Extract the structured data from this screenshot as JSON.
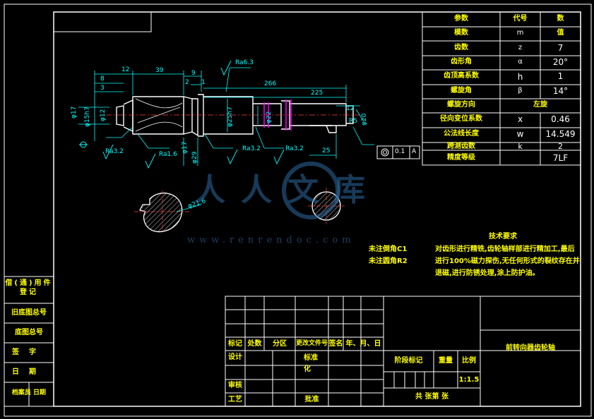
{
  "params_table": {
    "header": [
      "参数",
      "代号",
      "数"
    ],
    "rows": [
      [
        "模数",
        "m",
        "值"
      ],
      [
        "齿数",
        "z",
        "7"
      ],
      [
        "齿形角",
        "α",
        "20°"
      ],
      [
        "齿顶高系数",
        "h",
        "1"
      ],
      [
        "螺旋角",
        "β",
        "14°"
      ],
      [
        "螺旋方向",
        "",
        "左旋"
      ],
      [
        "径向变位系数",
        "x",
        "0.46"
      ],
      [
        "公法线长度",
        "w",
        "14.549"
      ],
      [
        "跨测齿数",
        "k",
        "2"
      ],
      [
        "精度等级",
        "",
        "7LF"
      ]
    ]
  },
  "dimensions": {
    "d12": "12",
    "d39": "39",
    "d8": "8",
    "d3": "3",
    "d2": "2",
    "d9": "9",
    "d1": "1",
    "d266": "266",
    "d225": "225",
    "d25": "25",
    "d12b": "12",
    "phi17": "φ17",
    "phi15h7": "φ15h7",
    "phi12": "φ12",
    "phi17b": "φ17",
    "phi29": "φ29",
    "phi25h7": "φ25h7",
    "phi22": "φ22",
    "phi20": "φ20",
    "phi216": "φ21.6",
    "r5": "R5",
    "ra63": "Ra6.3",
    "ra32a": "Ra3.2",
    "ra16": "Ra1.6",
    "ra32b": "Ra3.2",
    "ra32c": "Ra3.2",
    "tol_value": "0.1",
    "tol_datum": "A"
  },
  "watermark": {
    "brand": "人人文库",
    "url": "www.renrendoc.com"
  },
  "notes": {
    "chamfer": "未注倒角C1",
    "fillet": "未注圆角R2",
    "tech_title": "技术要求",
    "tech_lines": [
      "对齿形进行精铣,齿轮轴样部进行精加工,最后",
      "进行100%磁力探伤,无任何形式的裂纹存在并",
      "退磁,进行防锈处理,涂上防护油。"
    ]
  },
  "side_column": {
    "cells": [
      "借(通)用件登记",
      "旧底图总号",
      "底图总号",
      "签字",
      "日期",
      "档案员 日期"
    ]
  },
  "title_block": {
    "drawing_name": "前转向器齿轮轴",
    "labels": [
      "标记",
      "处数",
      "分区",
      "更改文件号",
      "签名",
      "年、月、日"
    ],
    "design": "设计",
    "standardize": "标准化",
    "check": "审核",
    "process": "工艺",
    "approve": "批准",
    "stage": "阶段标记",
    "weight": "重量",
    "scale": "比例",
    "scale_value": "1:1.5",
    "sheets": "共   张第   张"
  },
  "colors": {
    "frame": "#ffffff",
    "shaft": "#ffffff",
    "dimension": "#00ffff",
    "annotation_text": "#00ffff",
    "hatch_accent": "#ff00ff",
    "table_text": "#ffff00",
    "table_line": "#00ff66",
    "watermark": "#2c6aa0"
  }
}
